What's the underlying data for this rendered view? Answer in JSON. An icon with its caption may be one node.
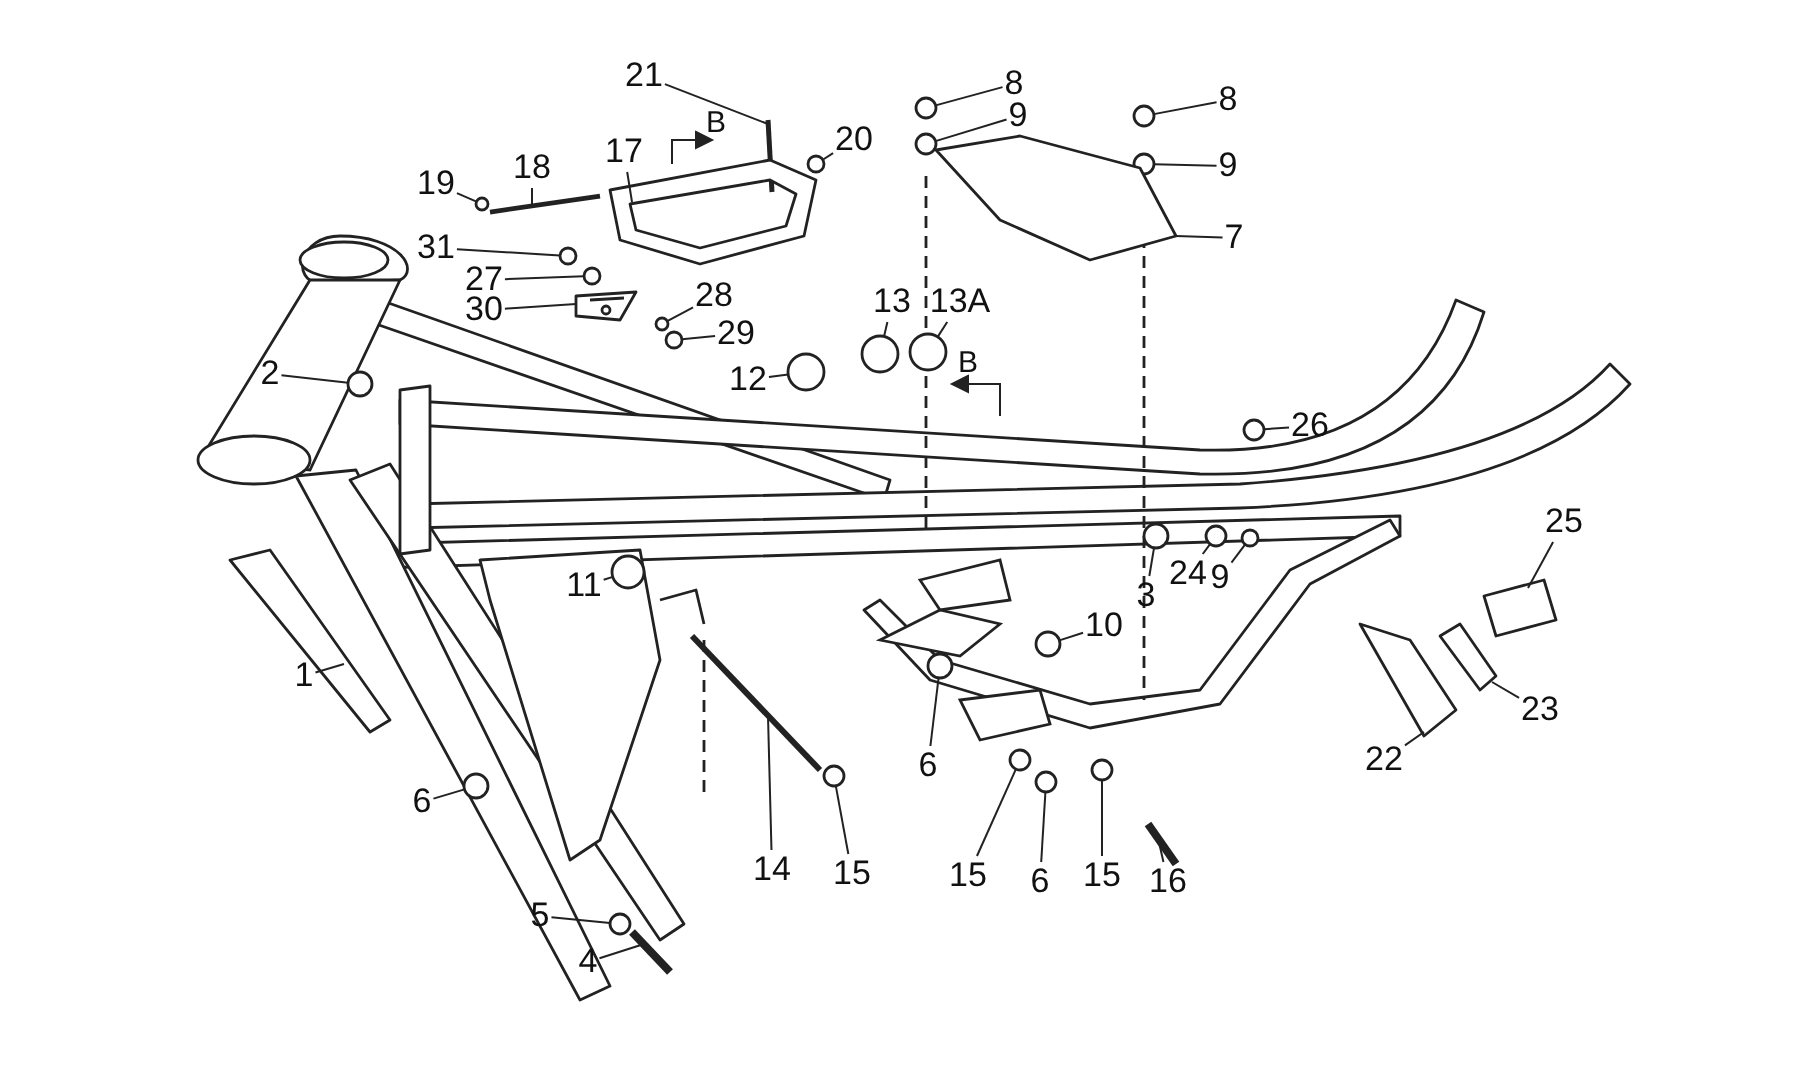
{
  "diagram": {
    "nodes": [
      {
        "text": [
          "21"
        ]
      },
      {
        "text": [
          "8"
        ]
      },
      {
        "text": [
          "20"
        ]
      },
      {
        "text": [
          "9"
        ]
      },
      {
        "text": [
          "8"
        ]
      },
      {
        "text": [
          "17"
        ]
      },
      {
        "text": [
          "18"
        ]
      },
      {
        "text": [
          "19"
        ]
      },
      {
        "text": [
          "9"
        ]
      },
      {
        "text": [
          "7"
        ]
      },
      {
        "text": [
          "31"
        ]
      },
      {
        "text": [
          "27"
        ]
      },
      {
        "text": [
          "30"
        ]
      },
      {
        "text": [
          "28"
        ]
      },
      {
        "text": [
          "13"
        ]
      },
      {
        "text": [
          "13A"
        ]
      },
      {
        "text": [
          "29"
        ]
      },
      {
        "text": [
          "2"
        ]
      },
      {
        "text": [
          "12"
        ]
      },
      {
        "text": [
          "26"
        ]
      },
      {
        "text": [
          "25"
        ]
      },
      {
        "text": [
          "24"
        ]
      },
      {
        "text": [
          "9"
        ]
      },
      {
        "text": [
          "11"
        ]
      },
      {
        "text": [
          "3"
        ]
      },
      {
        "text": [
          "10"
        ]
      },
      {
        "text": [
          "1"
        ]
      },
      {
        "text": [
          "23"
        ]
      },
      {
        "text": [
          "22"
        ]
      },
      {
        "text": [
          "6"
        ]
      },
      {
        "text": [
          "6"
        ]
      },
      {
        "text": [
          "14"
        ]
      },
      {
        "text": [
          "15"
        ]
      },
      {
        "text": [
          "15"
        ]
      },
      {
        "text": [
          "6"
        ]
      },
      {
        "text": [
          "15"
        ]
      },
      {
        "text": [
          "16"
        ]
      },
      {
        "text": [
          "5"
        ]
      },
      {
        "text": [
          "4"
        ]
      },
      {
        "text": [],
        "shape": "bar"
      },
      {
        "text": [],
        "shape": "circle"
      },
      {
        "text": [],
        "shape": "circle"
      },
      {
        "text": [],
        "shape": "circle"
      },
      {
        "text": [],
        "shape": "circle"
      },
      {
        "text": [],
        "shape": "picture"
      },
      {
        "text": [],
        "shape": "bar"
      },
      {
        "text": [],
        "shape": "circle"
      },
      {
        "text": [],
        "shape": "circle"
      },
      {
        "text": [],
        "shape": "picture"
      },
      {
        "text": [],
        "shape": "circle"
      },
      {
        "text": [],
        "shape": "circle"
      },
      {
        "text": [],
        "shape": "picture"
      },
      {
        "text": [],
        "shape": "circle"
      },
      {
        "text": [],
        "shape": "circle"
      },
      {
        "text": [],
        "shape": "circle"
      },
      {
        "text": [],
        "shape": "circle"
      },
      {
        "text": [],
        "shape": "circle"
      },
      {
        "text": [],
        "shape": "circle"
      },
      {
        "text": [],
        "shape": "circle"
      },
      {
        "text": [],
        "shape": "picture"
      },
      {
        "text": [],
        "shape": "circle"
      },
      {
        "text": [],
        "shape": "circle"
      },
      {
        "text": [],
        "shape": "circle"
      },
      {
        "text": [],
        "shape": "circle"
      },
      {
        "text": [],
        "shape": "circle"
      },
      {
        "text": [],
        "shape": "picture"
      },
      {
        "text": [],
        "shape": "picture"
      },
      {
        "text": [],
        "shape": "picture"
      },
      {
        "text": [],
        "shape": "circle"
      },
      {
        "text": [],
        "shape": "circle"
      },
      {
        "text": [],
        "shape": "bar"
      },
      {
        "text": [],
        "shape": "circle"
      },
      {
        "text": [],
        "shape": "circle"
      },
      {
        "text": [],
        "shape": "circle"
      },
      {
        "text": [],
        "shape": "circle"
      },
      {
        "text": [],
        "shape": "bar"
      },
      {
        "text": [],
        "shape": "circle"
      },
      {
        "text": [],
        "shape": "bar"
      }
    ],
    "edges": [
      {
        "from": 0,
        "to": 39,
        "arrow": "none"
      },
      {
        "from": 1,
        "to": 40,
        "arrow": "none"
      },
      {
        "from": 2,
        "to": 41,
        "arrow": "none"
      },
      {
        "from": 3,
        "to": 42,
        "arrow": "none"
      },
      {
        "from": 4,
        "to": 43,
        "arrow": "none"
      },
      {
        "from": 5,
        "to": 44,
        "arrow": "none"
      },
      {
        "from": 6,
        "to": 45,
        "arrow": "none"
      },
      {
        "from": 7,
        "to": 46,
        "arrow": "none"
      },
      {
        "from": 8,
        "to": 47,
        "arrow": "none"
      },
      {
        "from": 9,
        "to": 48,
        "arrow": "none"
      },
      {
        "from": 10,
        "to": 49,
        "arrow": "none"
      },
      {
        "from": 11,
        "to": 50,
        "arrow": "none"
      },
      {
        "from": 12,
        "to": 51,
        "arrow": "none"
      },
      {
        "from": 13,
        "to": 52,
        "arrow": "none"
      },
      {
        "from": 14,
        "to": 53,
        "arrow": "none"
      },
      {
        "from": 15,
        "to": 54,
        "arrow": "none"
      },
      {
        "from": 16,
        "to": 55,
        "arrow": "none"
      },
      {
        "from": 17,
        "to": 56,
        "arrow": "none"
      },
      {
        "from": 18,
        "to": 57,
        "arrow": "none"
      },
      {
        "from": 19,
        "to": 58,
        "arrow": "none"
      },
      {
        "from": 20,
        "to": 59,
        "arrow": "none"
      },
      {
        "from": 21,
        "to": 60,
        "arrow": "none"
      },
      {
        "from": 22,
        "to": 61,
        "arrow": "none"
      },
      {
        "from": 23,
        "to": 62,
        "arrow": "none"
      },
      {
        "from": 24,
        "to": 63,
        "arrow": "none"
      },
      {
        "from": 25,
        "to": 64,
        "arrow": "none"
      },
      {
        "from": 26,
        "to": 65,
        "arrow": "none"
      },
      {
        "from": 27,
        "to": 66,
        "arrow": "none"
      },
      {
        "from": 28,
        "to": 67,
        "arrow": "none"
      },
      {
        "from": 29,
        "to": 68,
        "arrow": "none"
      },
      {
        "from": 30,
        "to": 69,
        "arrow": "none"
      },
      {
        "from": 31,
        "to": 70,
        "arrow": "none"
      },
      {
        "from": 32,
        "to": 71,
        "arrow": "none"
      },
      {
        "from": 33,
        "to": 72,
        "arrow": "none"
      },
      {
        "from": 34,
        "to": 73,
        "arrow": "none"
      },
      {
        "from": 35,
        "to": 74,
        "arrow": "none"
      },
      {
        "from": 36,
        "to": 75,
        "arrow": "none"
      },
      {
        "from": 37,
        "to": 76,
        "arrow": "none"
      },
      {
        "from": 38,
        "to": 77,
        "arrow": "none"
      }
    ],
    "labels": [
      "B",
      "B"
    ]
  }
}
